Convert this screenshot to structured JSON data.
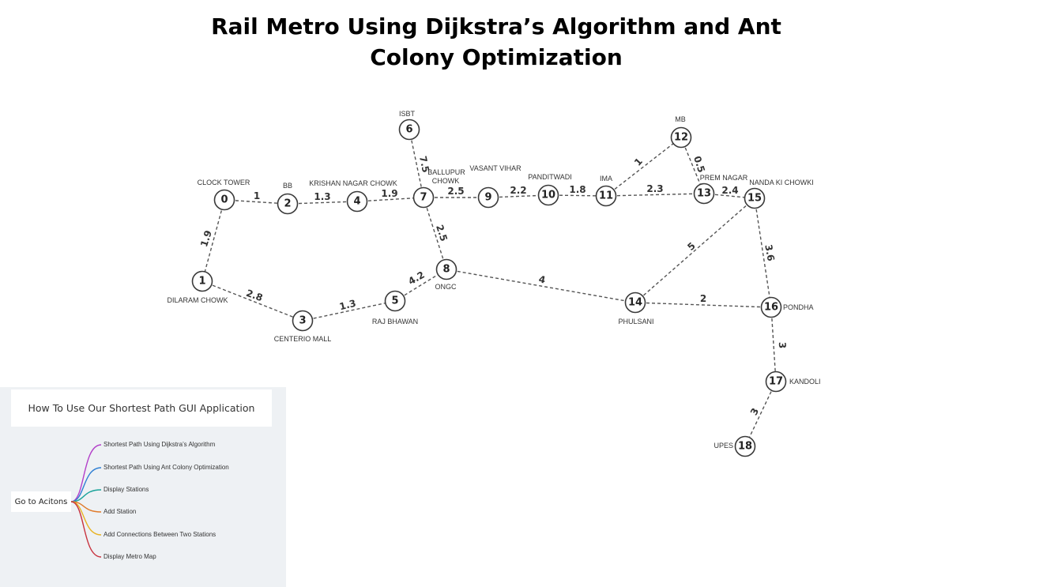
{
  "title": "Rail Metro Using Dijkstra’s Algorithm and Ant Colony Optimization",
  "stations": [
    {
      "id": "0",
      "name": "CLOCK TOWER"
    },
    {
      "id": "1",
      "name": "DILARAM CHOWK"
    },
    {
      "id": "2",
      "name": "BB"
    },
    {
      "id": "3",
      "name": "CENTERIO MALL"
    },
    {
      "id": "4",
      "name": "KRISHAN NAGAR CHOWK"
    },
    {
      "id": "5",
      "name": "RAJ BHAWAN"
    },
    {
      "id": "6",
      "name": "ISBT"
    },
    {
      "id": "7",
      "name": "BALLUPUR CHOWK"
    },
    {
      "id": "8",
      "name": "ONGC"
    },
    {
      "id": "9",
      "name": "VASANT VIHAR"
    },
    {
      "id": "10",
      "name": "PANDITWADI"
    },
    {
      "id": "11",
      "name": "IMA"
    },
    {
      "id": "12",
      "name": "MB"
    },
    {
      "id": "13",
      "name": "PREM NAGAR"
    },
    {
      "id": "14",
      "name": "PHULSANI"
    },
    {
      "id": "15",
      "name": "NANDA KI CHOWKI"
    },
    {
      "id": "16",
      "name": "PONDHA"
    },
    {
      "id": "17",
      "name": "KANDOLI"
    },
    {
      "id": "18",
      "name": "UPES"
    }
  ],
  "connections": [
    {
      "from": "0",
      "to": "2",
      "weight": "1"
    },
    {
      "from": "0",
      "to": "1",
      "weight": "1.9"
    },
    {
      "from": "1",
      "to": "3",
      "weight": "2.8"
    },
    {
      "from": "2",
      "to": "4",
      "weight": "1.3"
    },
    {
      "from": "3",
      "to": "5",
      "weight": "1.3"
    },
    {
      "from": "4",
      "to": "7",
      "weight": "1.9"
    },
    {
      "from": "5",
      "to": "8",
      "weight": "4.2"
    },
    {
      "from": "6",
      "to": "7",
      "weight": "7.5"
    },
    {
      "from": "7",
      "to": "9",
      "weight": "2.5"
    },
    {
      "from": "7",
      "to": "8",
      "weight": "2.5"
    },
    {
      "from": "8",
      "to": "14",
      "weight": "4"
    },
    {
      "from": "9",
      "to": "10",
      "weight": "2.2"
    },
    {
      "from": "10",
      "to": "11",
      "weight": "1.8"
    },
    {
      "from": "11",
      "to": "12",
      "weight": "1"
    },
    {
      "from": "11",
      "to": "13",
      "weight": "2.3"
    },
    {
      "from": "12",
      "to": "13",
      "weight": "0.5"
    },
    {
      "from": "13",
      "to": "15",
      "weight": "2.4"
    },
    {
      "from": "14",
      "to": "15",
      "weight": "5"
    },
    {
      "from": "14",
      "to": "16",
      "weight": "2"
    },
    {
      "from": "15",
      "to": "16",
      "weight": "3.6"
    },
    {
      "from": "16",
      "to": "17",
      "weight": "3"
    },
    {
      "from": "17",
      "to": "18",
      "weight": "3"
    }
  ],
  "help": {
    "title": "How To Use Our Shortest Path GUI Application",
    "root": "Go to Acitons",
    "actions": [
      {
        "label": "Shortest Path Using Dijkstra’s Algorithm",
        "color": "#b23ec9"
      },
      {
        "label": "Shortest Path Using Ant Colony Optimization",
        "color": "#2f7fd3"
      },
      {
        "label": "Display Stations",
        "color": "#1aa39a"
      },
      {
        "label": "Add Station",
        "color": "#e07a2a"
      },
      {
        "label": "Add Connections Between Two Stations",
        "color": "#e8b321"
      },
      {
        "label": "Display Metro Map",
        "color": "#c8323e"
      }
    ]
  }
}
